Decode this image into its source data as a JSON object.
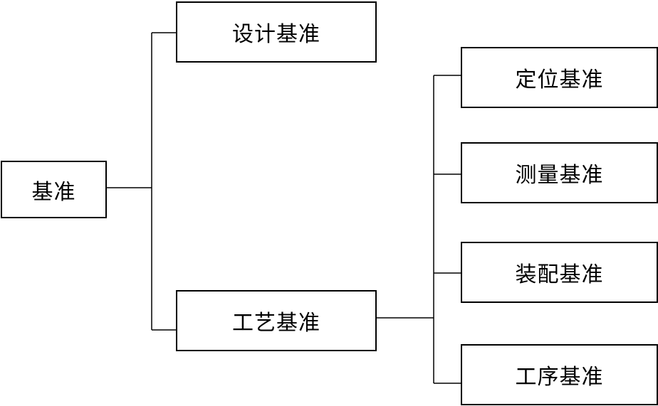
{
  "diagram": {
    "root": {
      "label": "基准"
    },
    "level1": [
      {
        "label": "设计基准"
      },
      {
        "label": "工艺基准"
      }
    ],
    "level2": [
      {
        "label": "定位基准"
      },
      {
        "label": "测量基准"
      },
      {
        "label": "装配基准"
      },
      {
        "label": "工序基准"
      }
    ]
  },
  "colors": {
    "stroke": "#000000",
    "fill": "#ffffff"
  }
}
